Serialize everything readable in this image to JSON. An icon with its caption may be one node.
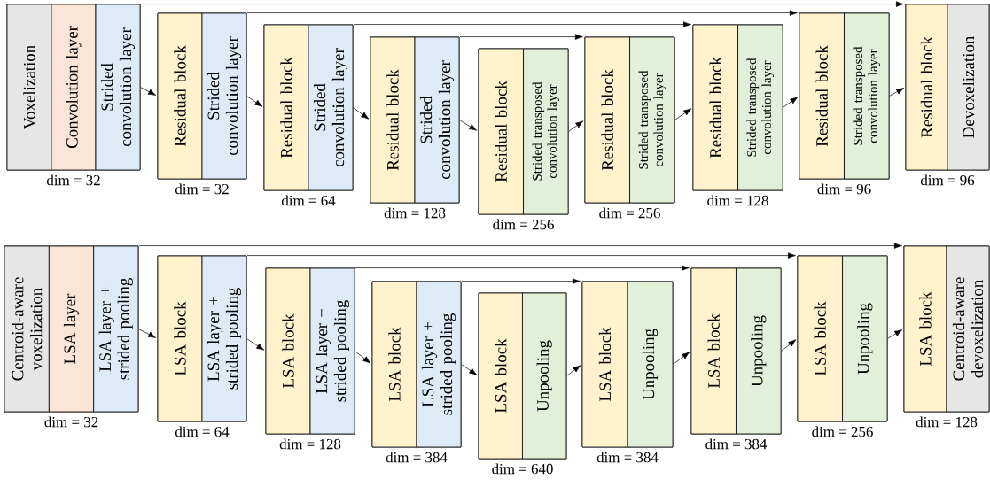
{
  "diagram": {
    "nodes": [
      {
        "text": [],
        "shape": "box",
        "beside": [
          "dim = 32"
        ]
      },
      {
        "text": [
          "Voxelization"
        ],
        "in": 0
      },
      {
        "text": [
          "Convolution layer"
        ],
        "in": 0
      },
      {
        "text": [
          "Strided convolution layer"
        ],
        "in": 0
      },
      {
        "text": [],
        "shape": "box",
        "beside": [
          "dim = 32"
        ]
      },
      {
        "text": [
          "Residual block"
        ],
        "in": 4
      },
      {
        "text": [
          "Strided convolution layer"
        ],
        "in": 4
      },
      {
        "text": [],
        "shape": "box",
        "beside": [
          "dim = 64"
        ]
      },
      {
        "text": [
          "Residual block"
        ],
        "in": 7
      },
      {
        "text": [
          "Strided convolution layer"
        ],
        "in": 7
      },
      {
        "text": [],
        "shape": "box",
        "beside": [
          "dim = 128"
        ]
      },
      {
        "text": [
          "Residual block"
        ],
        "in": 10
      },
      {
        "text": [
          "Strided convolution layer"
        ],
        "in": 10
      },
      {
        "text": [],
        "shape": "box",
        "beside": [
          "dim = 256"
        ]
      },
      {
        "text": [
          "Residual block"
        ],
        "in": 13
      },
      {
        "text": [
          "Strided transposed convolution layer"
        ],
        "in": 13
      },
      {
        "text": [],
        "shape": "box",
        "beside": [
          "dim = 256"
        ]
      },
      {
        "text": [
          "Residual block"
        ],
        "in": 16
      },
      {
        "text": [
          "Strided transposed convolution layer"
        ],
        "in": 16
      },
      {
        "text": [],
        "shape": "box",
        "beside": [
          "dim = 128"
        ]
      },
      {
        "text": [
          "Residual block"
        ],
        "in": 19
      },
      {
        "text": [
          "Strided transposed convolution layer"
        ],
        "in": 19
      },
      {
        "text": [],
        "shape": "box",
        "beside": [
          "dim = 96"
        ]
      },
      {
        "text": [
          "Residual block"
        ],
        "in": 22
      },
      {
        "text": [
          "Strided transposed convolution layer"
        ],
        "in": 22
      },
      {
        "text": [],
        "shape": "box",
        "beside": [
          "dim = 96"
        ]
      },
      {
        "text": [
          "Residual block"
        ],
        "in": 25
      },
      {
        "text": [
          "Devoxelization"
        ],
        "in": 25
      },
      {
        "text": [],
        "shape": "box",
        "beside": [
          "dim = 32"
        ]
      },
      {
        "text": [
          "Centroid-aware voxelization"
        ],
        "in": 28
      },
      {
        "text": [
          "LSA layer"
        ],
        "in": 28
      },
      {
        "text": [
          "LSA layer + strided pooling"
        ],
        "in": 28
      },
      {
        "text": [],
        "shape": "box",
        "beside": [
          "dim = 64"
        ]
      },
      {
        "text": [
          "LSA block"
        ],
        "in": 32
      },
      {
        "text": [
          "LSA layer + strided pooling"
        ],
        "in": 32
      },
      {
        "text": [],
        "shape": "box",
        "beside": [
          "dim = 128"
        ]
      },
      {
        "text": [
          "LSA block"
        ],
        "in": 35
      },
      {
        "text": [
          "LSA layer + strided pooling"
        ],
        "in": 35
      },
      {
        "text": [],
        "shape": "box",
        "beside": [
          "dim = 384"
        ]
      },
      {
        "text": [
          "LSA block"
        ],
        "in": 38
      },
      {
        "text": [
          "LSA layer + strided pooling"
        ],
        "in": 38
      },
      {
        "text": [],
        "shape": "box",
        "beside": [
          "dim = 640"
        ]
      },
      {
        "text": [
          "LSA block"
        ],
        "in": 41
      },
      {
        "text": [
          "Unpooling"
        ],
        "in": 41
      },
      {
        "text": [],
        "shape": "box",
        "beside": [
          "dim = 384"
        ]
      },
      {
        "text": [
          "LSA block"
        ],
        "in": 44
      },
      {
        "text": [
          "Unpooling"
        ],
        "in": 44
      },
      {
        "text": [],
        "shape": "box",
        "beside": [
          "dim = 384"
        ]
      },
      {
        "text": [
          "LSA block"
        ],
        "in": 47
      },
      {
        "text": [
          "Unpooling"
        ],
        "in": 47
      },
      {
        "text": [],
        "shape": "box",
        "beside": [
          "dim = 256"
        ]
      },
      {
        "text": [
          "LSA block"
        ],
        "in": 50
      },
      {
        "text": [
          "Unpooling"
        ],
        "in": 50
      },
      {
        "text": [],
        "shape": "box",
        "beside": [
          "dim = 128"
        ]
      },
      {
        "text": [
          "LSA block"
        ],
        "in": 53
      },
      {
        "text": [
          "Centroid-aware devoxelization"
        ],
        "in": 53
      }
    ],
    "edges": [
      {
        "from": 0,
        "to": 4,
        "arrow": "to"
      },
      {
        "from": 4,
        "to": 7,
        "arrow": "to"
      },
      {
        "from": 7,
        "to": 10,
        "arrow": "to"
      },
      {
        "from": 10,
        "to": 13,
        "arrow": "to"
      },
      {
        "from": 13,
        "to": 16,
        "arrow": "to"
      },
      {
        "from": 16,
        "to": 19,
        "arrow": "to"
      },
      {
        "from": 19,
        "to": 22,
        "arrow": "to"
      },
      {
        "from": 22,
        "to": 25,
        "arrow": "to"
      },
      {
        "from": 0,
        "to": 25,
        "arrow": "to"
      },
      {
        "from": 4,
        "to": 22,
        "arrow": "to"
      },
      {
        "from": 7,
        "to": 19,
        "arrow": "to"
      },
      {
        "from": 10,
        "to": 16,
        "arrow": "to"
      },
      {
        "from": 28,
        "to": 32,
        "arrow": "to"
      },
      {
        "from": 32,
        "to": 35,
        "arrow": "to"
      },
      {
        "from": 35,
        "to": 38,
        "arrow": "to"
      },
      {
        "from": 38,
        "to": 41,
        "arrow": "to"
      },
      {
        "from": 41,
        "to": 44,
        "arrow": "to"
      },
      {
        "from": 44,
        "to": 47,
        "arrow": "to"
      },
      {
        "from": 47,
        "to": 50,
        "arrow": "to"
      },
      {
        "from": 50,
        "to": 53,
        "arrow": "to"
      },
      {
        "from": 28,
        "to": 53,
        "arrow": "to"
      },
      {
        "from": 32,
        "to": 50,
        "arrow": "to"
      },
      {
        "from": 35,
        "to": 47,
        "arrow": "to"
      },
      {
        "from": 38,
        "to": 44,
        "arrow": "to"
      }
    ]
  }
}
